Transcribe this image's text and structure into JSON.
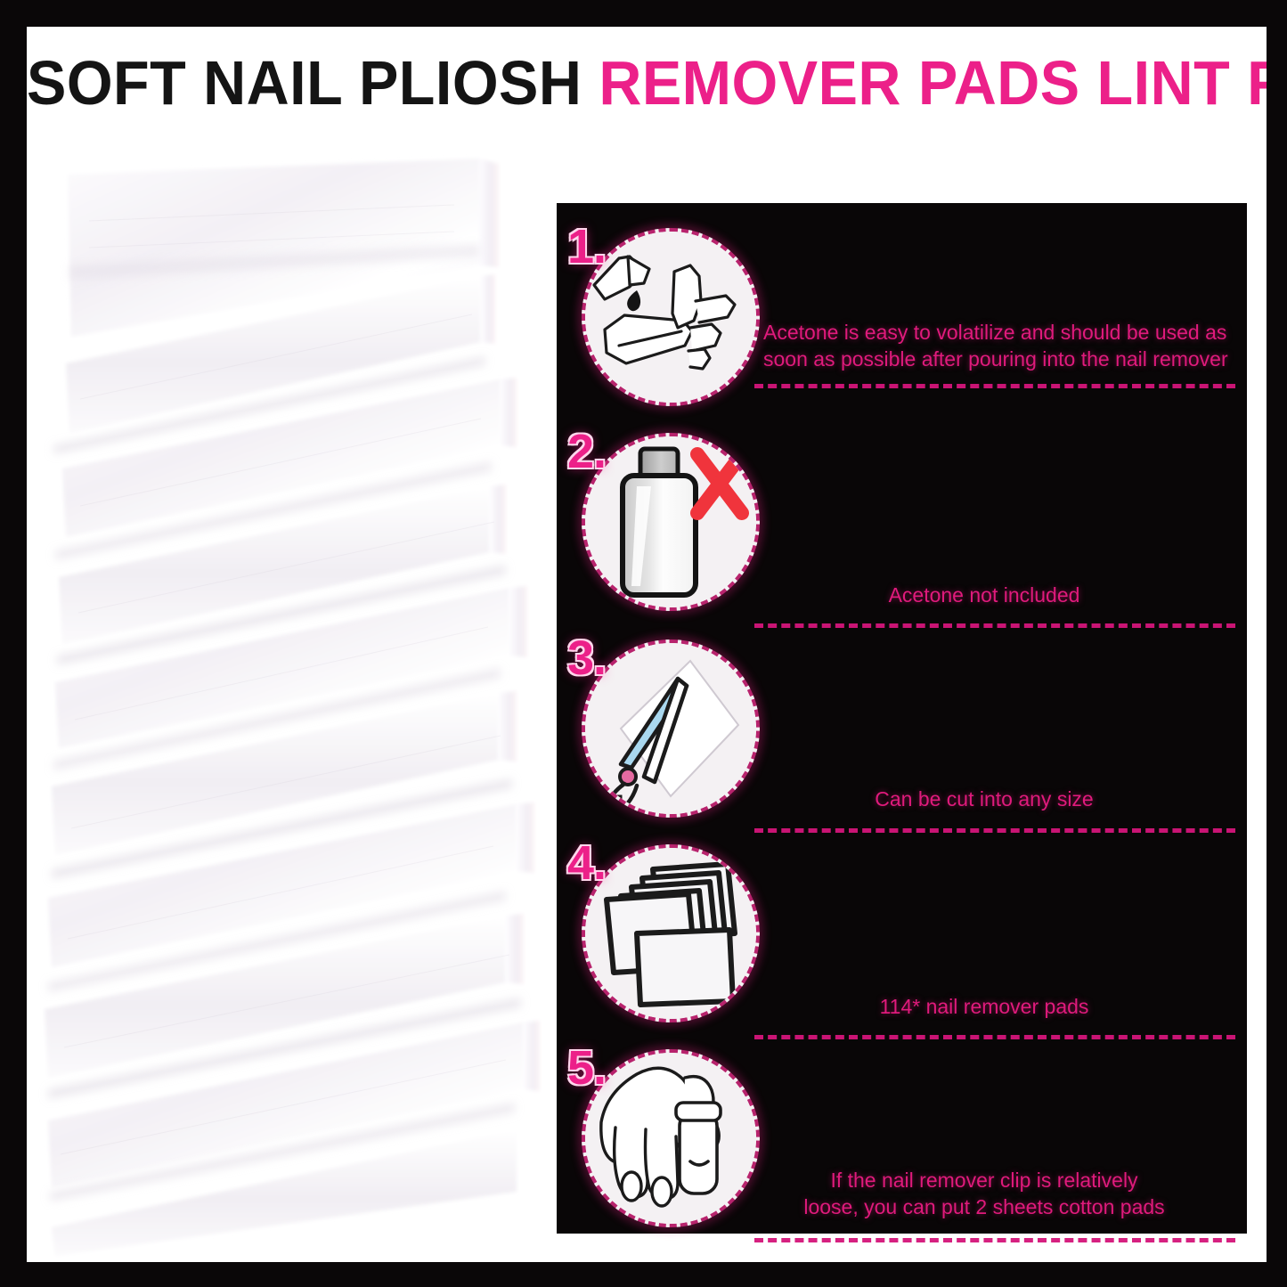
{
  "title": {
    "black_part": "SOFT NAIL PLIOSH",
    "pink_part": "REMOVER PADS LINT FREE"
  },
  "colors": {
    "accent_pink": "#ec2089",
    "text_pink": "#e01a7c",
    "dash_pink": "#d4157a",
    "panel_black": "#090607",
    "frame_black": "#0a0708",
    "background_white": "#ffffff",
    "warning_red": "#f0343c",
    "scissor_blue": "#a9d8ef"
  },
  "product_photo": {
    "alt": "stack of fanned white lint free nail polish remover cotton pads"
  },
  "steps": [
    {
      "number": "1.",
      "icon": "pouring-acetone-into-bottle-icon",
      "text": "Acetone is easy to volatilize and should be used as\nsoon as possible after pouring into the nail remover",
      "align": "left"
    },
    {
      "number": "2.",
      "icon": "bottle-with-red-x-icon",
      "text": "Acetone not included",
      "align": "center"
    },
    {
      "number": "3.",
      "icon": "scissors-cutting-sheet-icon",
      "text": "Can be cut into any size",
      "align": "center"
    },
    {
      "number": "4.",
      "icon": "stacked-pads-icon",
      "text": "114* nail remover pads",
      "align": "center"
    },
    {
      "number": "5.",
      "icon": "hand-with-finger-clip-icon",
      "text": "If the nail remover clip is relatively\nloose, you can put 2 sheets cotton pads",
      "align": "center"
    }
  ]
}
